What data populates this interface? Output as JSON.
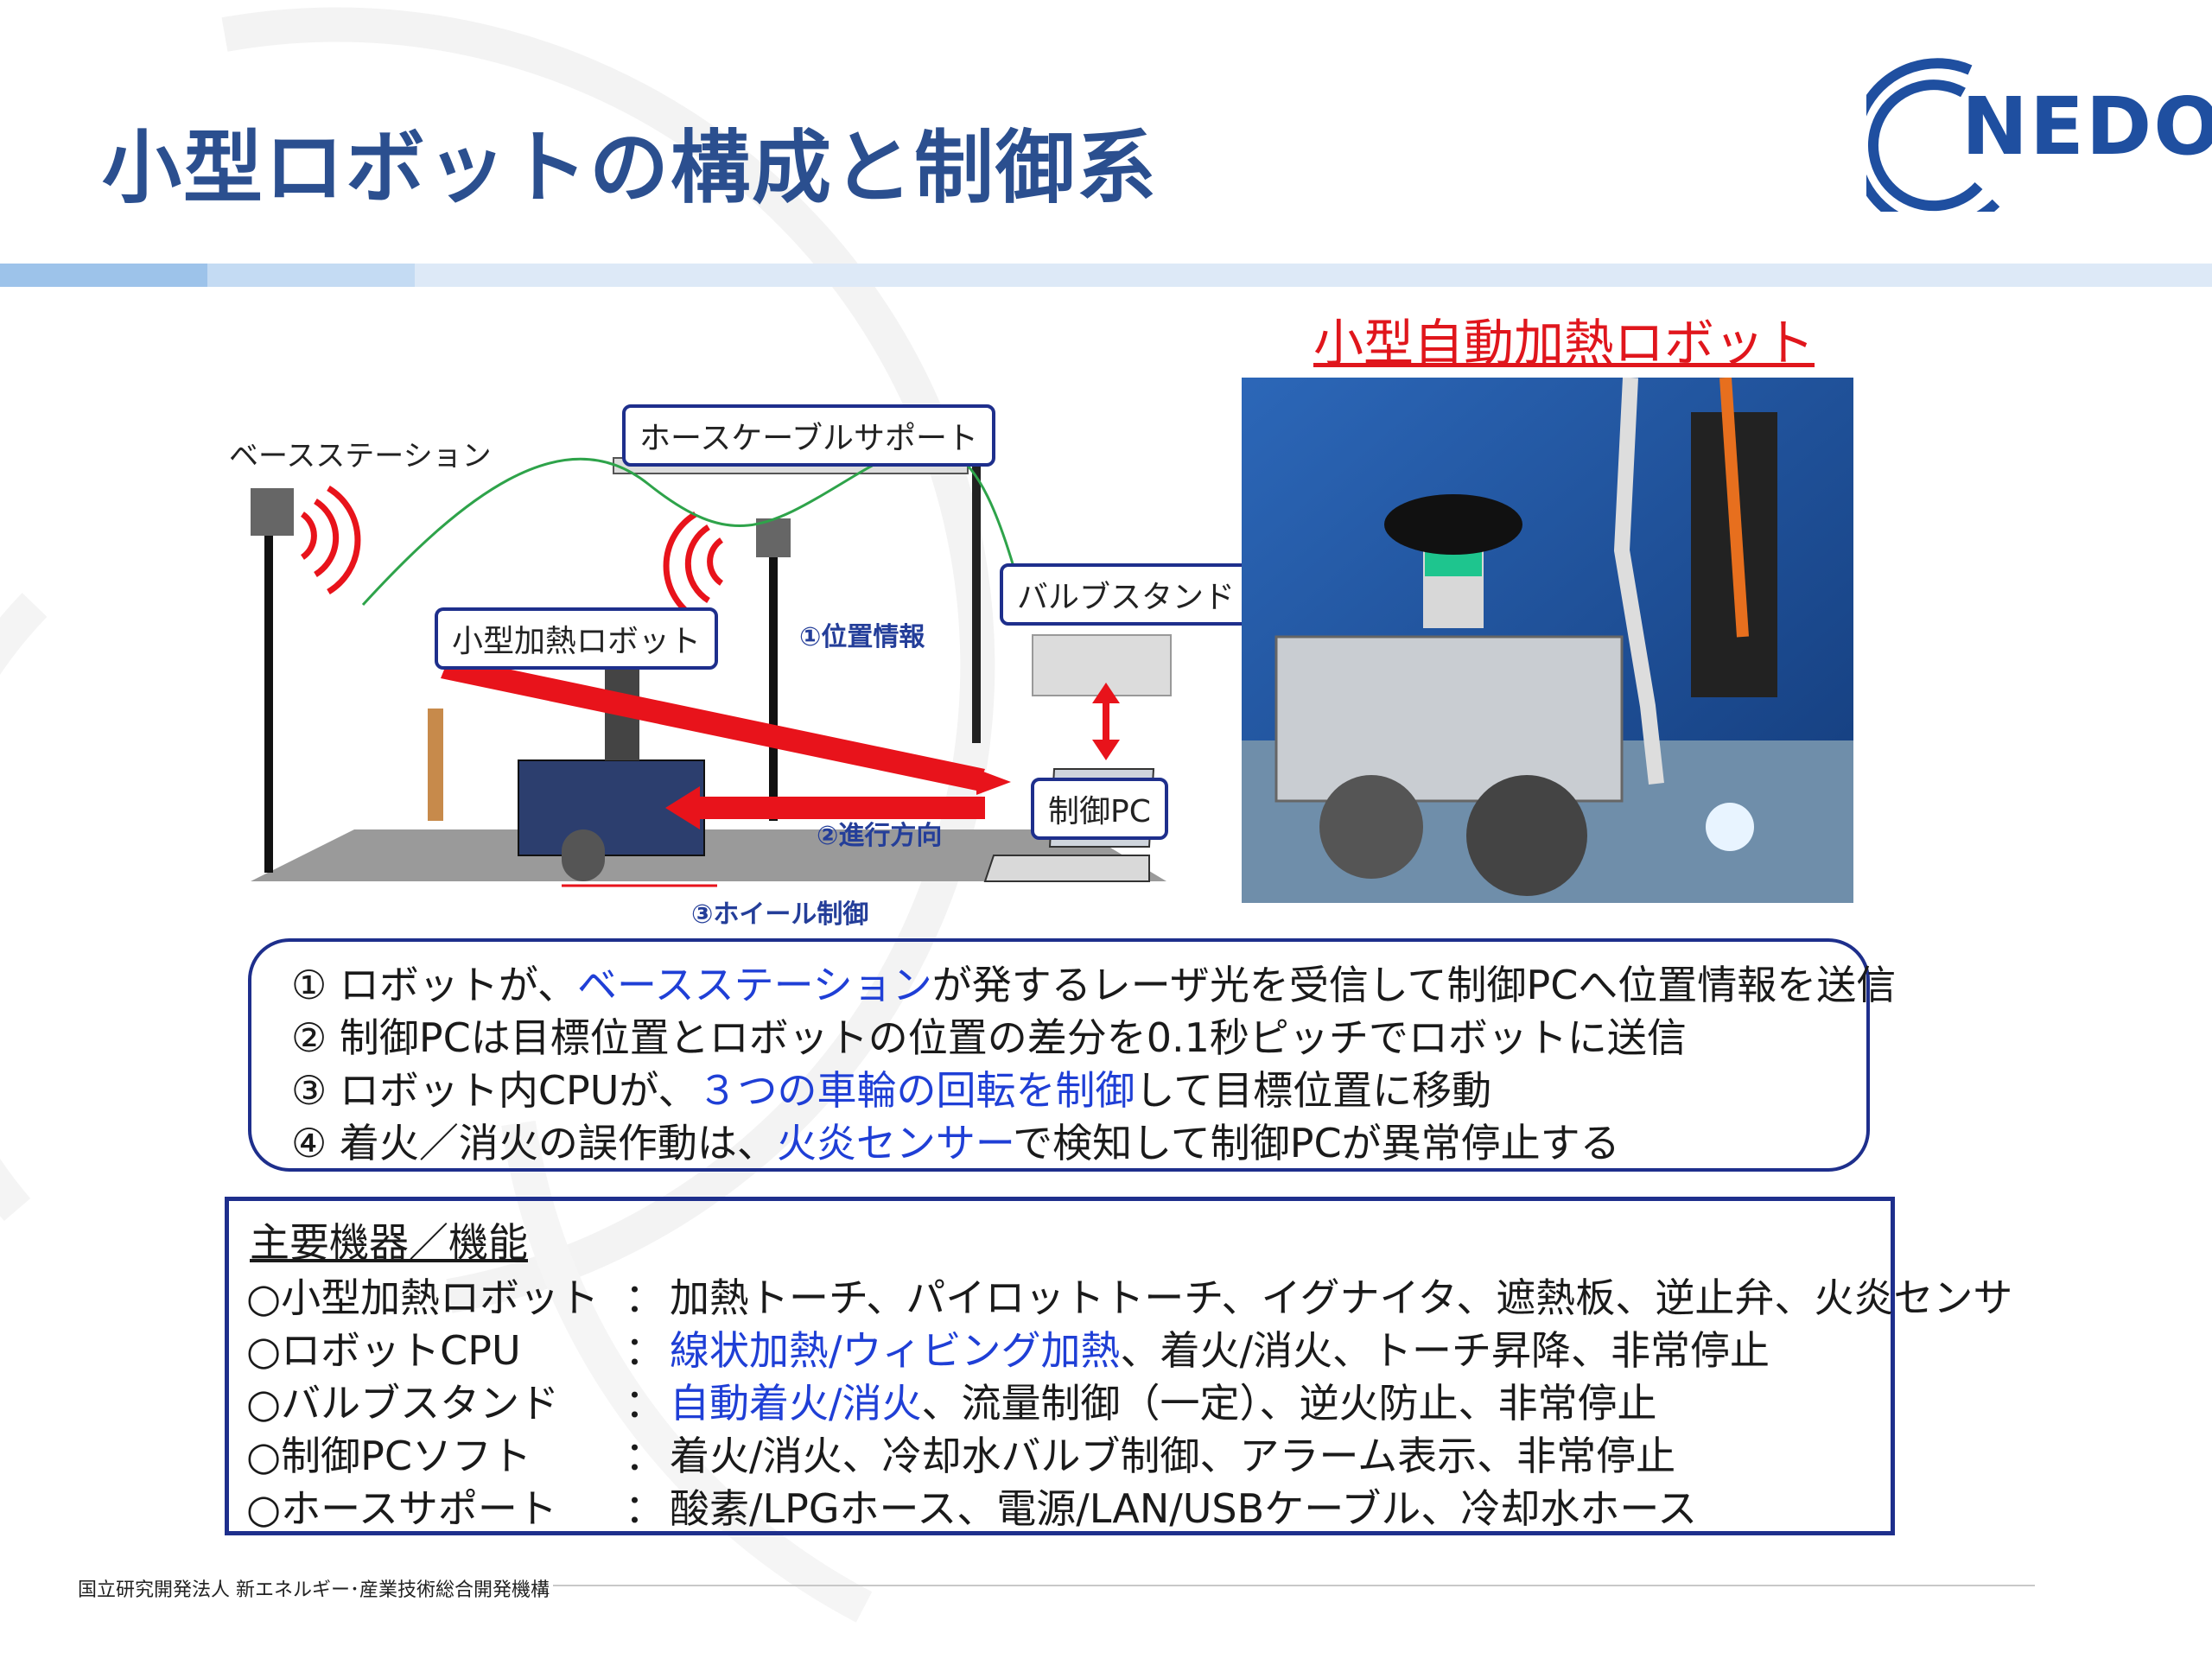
{
  "header": {
    "title": "小型ロボットの構成と制御系",
    "logo_text": "NEDO"
  },
  "diagram": {
    "base_station_label": "ベースステーション",
    "hose_support_label": "ホースケーブルサポート",
    "valve_stand_label": "バルブスタンド",
    "robot_label": "小型加熱ロボット",
    "control_pc_label": "制御PC",
    "step1_label": "①位置情報",
    "step2_label": "②進行方向",
    "step3_label": "③ホイール制御"
  },
  "photo": {
    "caption": "小型自動加熱ロボット"
  },
  "steps": [
    {
      "num": "①",
      "pre": "ロボットが、",
      "hl": "ベースステーション",
      "post": "が発するレーザ光を受信して制御PCへ位置情報を送信"
    },
    {
      "num": "②",
      "pre": "制御PCは目標位置とロボットの位置の差分を0.1秒ピッチでロボットに送信",
      "hl": "",
      "post": ""
    },
    {
      "num": "③",
      "pre": "ロボット内CPUが、",
      "hl": "３つの車輪の回転を制御",
      "post": "して目標位置に移動"
    },
    {
      "num": "④",
      "pre": "着火／消火の誤作動は、",
      "hl": "火炎センサー",
      "post": "で検知して制御PCが異常停止する"
    }
  ],
  "equipment": {
    "title": "主要機器／機能",
    "colon": "：",
    "rows": [
      {
        "name": "○小型加熱ロボット",
        "hl": "",
        "value": "加熱トーチ、パイロットトーチ、イグナイタ、遮熱板、逆止弁、火炎センサ"
      },
      {
        "name": "○ロボットCPU",
        "hl": "線状加熱/ウィビング加熱",
        "value": "、着火/消火、トーチ昇降、非常停止"
      },
      {
        "name": "○バルブスタンド",
        "hl": "自動着火/消火",
        "value": "、流量制御（一定）、逆火防止、非常停止"
      },
      {
        "name": "○制御PCソフト",
        "hl": "",
        "value": "着火/消火、冷却水バルブ制御、アラーム表示、非常停止"
      },
      {
        "name": "○ホースサポート",
        "hl": "",
        "value": "酸素/LPGホース、電源/LAN/USBケーブル、冷却水ホース"
      }
    ]
  },
  "footer": {
    "org": "国立研究開発法人 新エネルギー･産業技術総合開発機構"
  },
  "colors": {
    "title": "#2b4f8f",
    "box_border": "#1e2f8c",
    "highlight": "#1f3fd6",
    "caption": "#e0161c",
    "arrow": "#e8131b"
  }
}
